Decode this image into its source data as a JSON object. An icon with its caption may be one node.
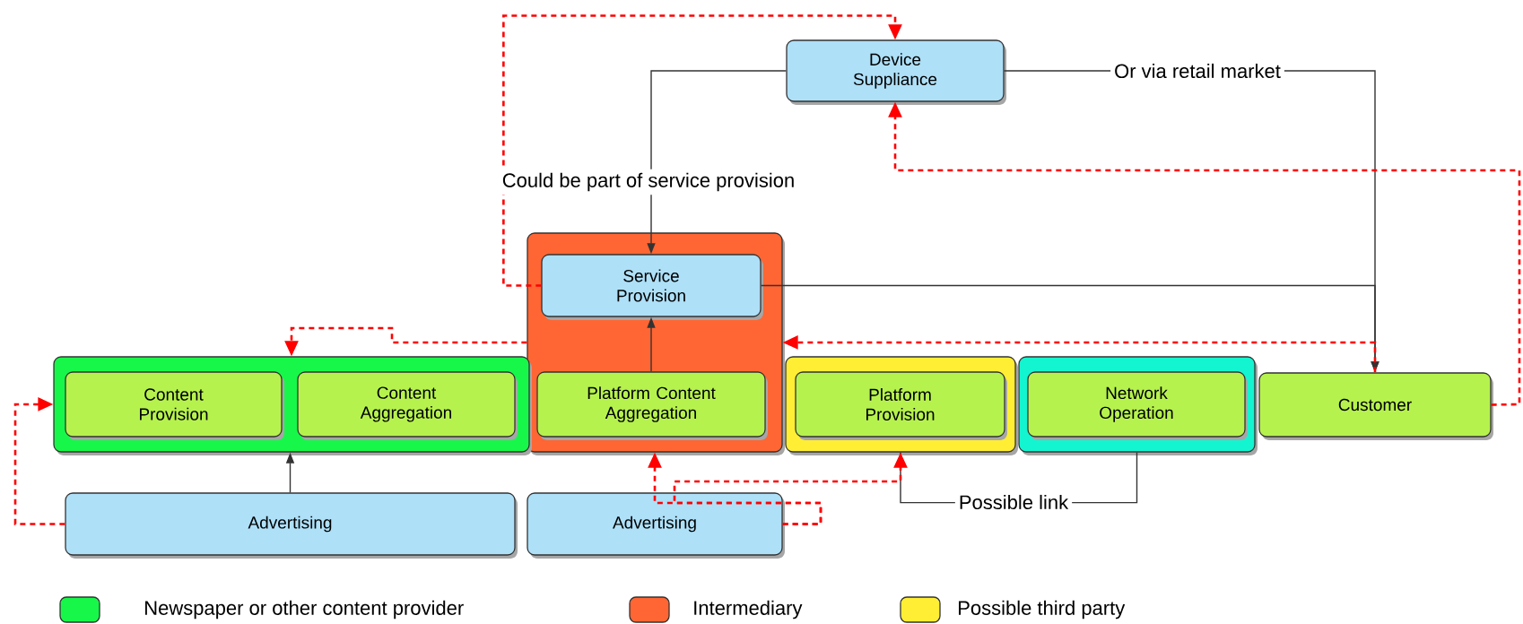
{
  "diagram": {
    "nodes": [
      {
        "text": [
          "Device Suppliance"
        ]
      },
      {
        "text": [],
        "shape": "box"
      },
      {
        "text": [
          "Service Provision"
        ],
        "in": 1
      },
      {
        "text": [],
        "shape": "box"
      },
      {
        "text": [
          "Content Provision"
        ],
        "in": 3
      },
      {
        "text": [
          "Content Aggregation"
        ],
        "in": 3
      },
      {
        "text": [
          "Platform Content Aggregation"
        ],
        "in": 1
      },
      {
        "text": [],
        "shape": "box"
      },
      {
        "text": [
          "Platform Provision"
        ],
        "in": 7
      },
      {
        "text": [],
        "shape": "box"
      },
      {
        "text": [
          "Network Operation"
        ],
        "in": 9
      },
      {
        "text": [
          "Customer"
        ]
      },
      {
        "text": [
          "Advertising"
        ]
      },
      {
        "text": [
          "Advertising"
        ]
      }
    ],
    "edges": [
      {
        "from": 0,
        "to": 2,
        "arrow": "to",
        "label": "Could be part of service provision",
        "color": "#333333"
      },
      {
        "from": 0,
        "to": 11,
        "arrow": "to",
        "label": "Or via retail market",
        "color": "#333333"
      },
      {
        "from": 2,
        "to": 11,
        "arrow": "to",
        "color": "#333333"
      },
      {
        "from": 6,
        "to": 2,
        "arrow": "to",
        "color": "#333333"
      },
      {
        "from": 12,
        "to": 3,
        "arrow": "to",
        "color": "#333333"
      },
      {
        "from": 9,
        "to": 7,
        "arrow": "none",
        "label": "Possible link",
        "color": "#333333"
      },
      {
        "from": 2,
        "to": 0,
        "arrow": "to",
        "style": "dashed"
      },
      {
        "from": 11,
        "to": 0,
        "arrow": "to",
        "style": "dashed"
      },
      {
        "from": 11,
        "to": 1,
        "arrow": "to",
        "style": "dashed"
      },
      {
        "from": 1,
        "to": 3,
        "arrow": "to",
        "style": "dashed"
      },
      {
        "from": 12,
        "to": 3,
        "arrow": "to",
        "style": "dashed"
      },
      {
        "from": 13,
        "to": 1,
        "arrow": "to",
        "style": "dashed"
      },
      {
        "from": 13,
        "to": 7,
        "arrow": "to",
        "style": "dashed"
      }
    ],
    "legend": [
      {
        "text": "Newspaper or other content provider",
        "color": "#17f74a"
      },
      {
        "text": "Intermediary",
        "color": "#ff6633"
      },
      {
        "text": "Possible third party",
        "color": "#ffee33"
      }
    ]
  }
}
